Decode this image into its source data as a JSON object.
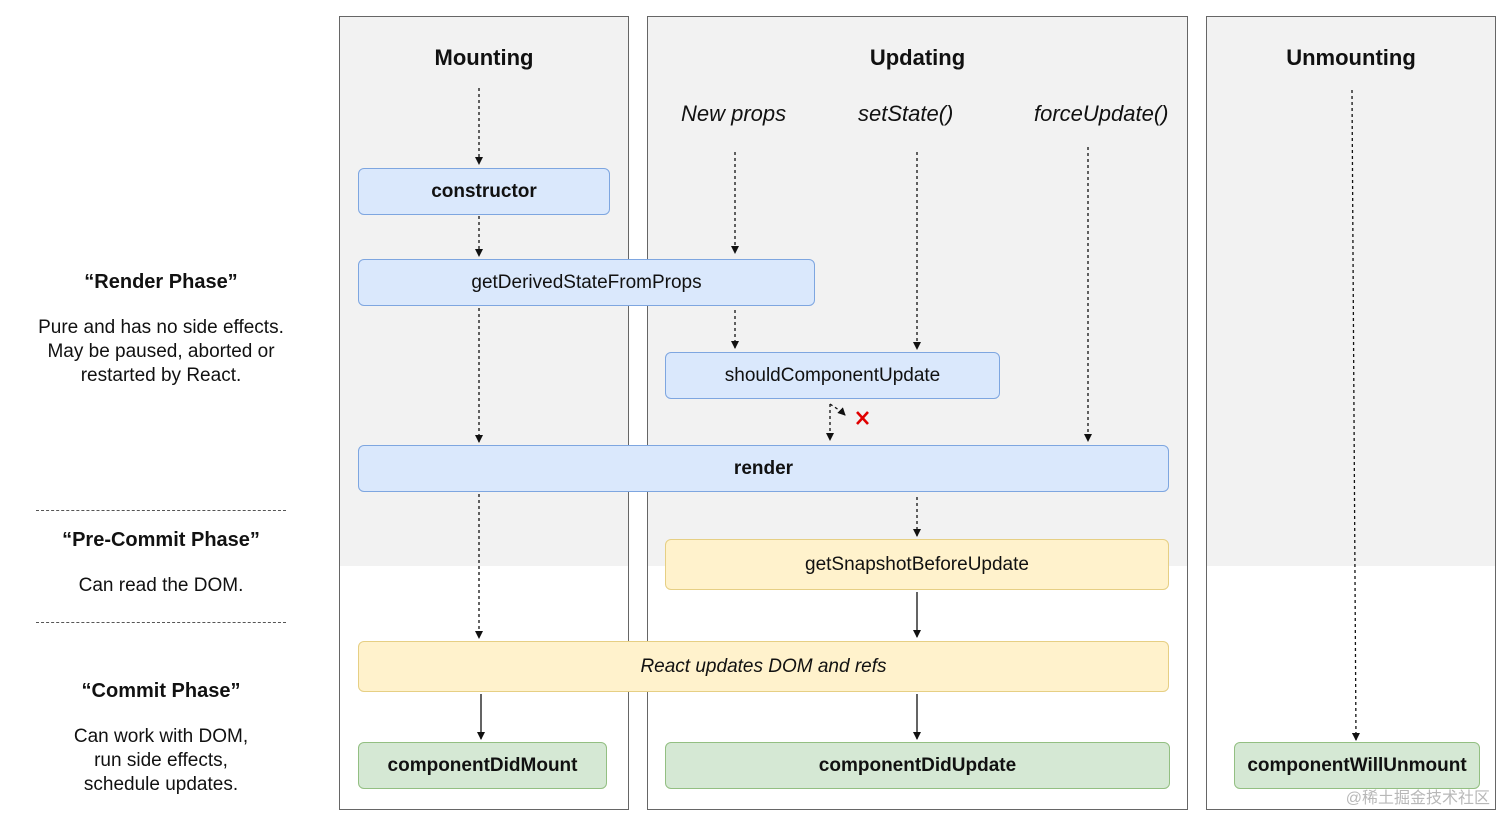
{
  "columns": {
    "mounting": "Mounting",
    "updating": "Updating",
    "unmounting": "Unmounting"
  },
  "triggers": {
    "new_props": "New props",
    "set_state": "setState()",
    "force_update": "forceUpdate()"
  },
  "methods": {
    "constructor": "constructor",
    "get_derived_state_from_props": "getDerivedStateFromProps",
    "should_component_update": "shouldComponentUpdate",
    "render": "render",
    "get_snapshot_before_update": "getSnapshotBeforeUpdate",
    "react_updates_dom": "React updates DOM and refs",
    "component_did_mount": "componentDidMount",
    "component_did_update": "componentDidUpdate",
    "component_will_unmount": "componentWillUnmount"
  },
  "phases": {
    "render": {
      "title": "“Render Phase”",
      "lines": [
        "Pure and has no side effects.",
        "May be paused, aborted or",
        "restarted by React."
      ]
    },
    "pre_commit": {
      "title": "“Pre-Commit Phase”",
      "lines": [
        "Can read the DOM."
      ]
    },
    "commit": {
      "title": "“Commit Phase”",
      "lines": [
        "Can work with DOM,",
        "run side effects,",
        "schedule updates."
      ]
    }
  },
  "colors": {
    "render_box": "#dae8fc",
    "commit_box": "#fff2cc",
    "lifecycle_end_box": "#d5e8d4",
    "stop_mark": "#e00000"
  },
  "watermark": "@稀土掘金技术社区"
}
